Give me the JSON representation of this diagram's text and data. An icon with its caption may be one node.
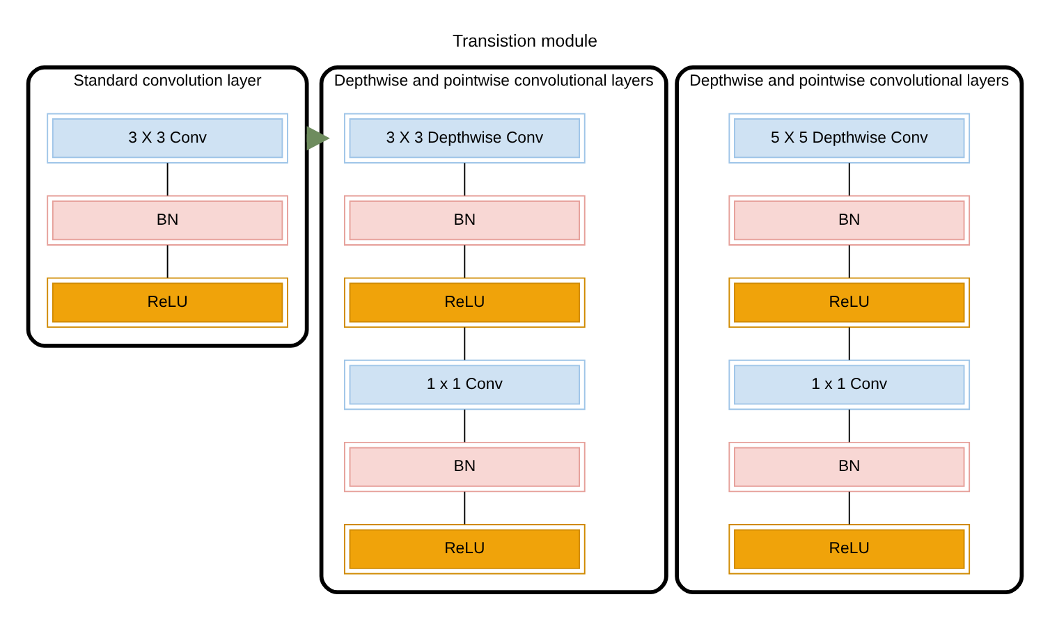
{
  "diagram": {
    "title": "Transistion module",
    "nodes": [
      {
        "text": [
          "Standard convolution layer"
        ]
      },
      {
        "text": [
          "3 X 3 Conv"
        ],
        "in": 0
      },
      {
        "text": [
          "BN"
        ],
        "in": 0
      },
      {
        "text": [
          "ReLU"
        ],
        "in": 0
      },
      {
        "text": [
          "Depthwise and pointwise convolutional layers"
        ]
      },
      {
        "text": [
          "3 X 3 Depthwise Conv"
        ],
        "in": 4
      },
      {
        "text": [
          "BN"
        ],
        "in": 4
      },
      {
        "text": [
          "ReLU"
        ],
        "in": 4
      },
      {
        "text": [
          "1 x 1 Conv"
        ],
        "in": 4
      },
      {
        "text": [
          "BN"
        ],
        "in": 4
      },
      {
        "text": [
          "ReLU"
        ],
        "in": 4
      },
      {
        "text": [
          "Depthwise and pointwise convolutional layers"
        ]
      },
      {
        "text": [
          "5 X 5 Depthwise Conv"
        ],
        "in": 11
      },
      {
        "text": [
          "BN"
        ],
        "in": 11
      },
      {
        "text": [
          "ReLU"
        ],
        "in": 11
      },
      {
        "text": [
          "1 x 1 Conv"
        ],
        "in": 11
      },
      {
        "text": [
          "BN"
        ],
        "in": 11
      },
      {
        "text": [
          "ReLU"
        ],
        "in": 11
      }
    ],
    "edges": [
      {
        "from": 1,
        "to": 2,
        "arrow": "none"
      },
      {
        "from": 2,
        "to": 3,
        "arrow": "none"
      },
      {
        "from": 0,
        "to": 4,
        "arrow": "to",
        "style": "thick",
        "color": "#6e8c5e"
      },
      {
        "from": 5,
        "to": 6,
        "arrow": "none"
      },
      {
        "from": 6,
        "to": 7,
        "arrow": "none"
      },
      {
        "from": 7,
        "to": 8,
        "arrow": "none"
      },
      {
        "from": 8,
        "to": 9,
        "arrow": "none"
      },
      {
        "from": 9,
        "to": 10,
        "arrow": "none"
      },
      {
        "from": 12,
        "to": 13,
        "arrow": "none"
      },
      {
        "from": 13,
        "to": 14,
        "arrow": "none"
      },
      {
        "from": 14,
        "to": 15,
        "arrow": "none"
      },
      {
        "from": 15,
        "to": 16,
        "arrow": "none"
      },
      {
        "from": 16,
        "to": 17,
        "arrow": "none"
      }
    ]
  }
}
